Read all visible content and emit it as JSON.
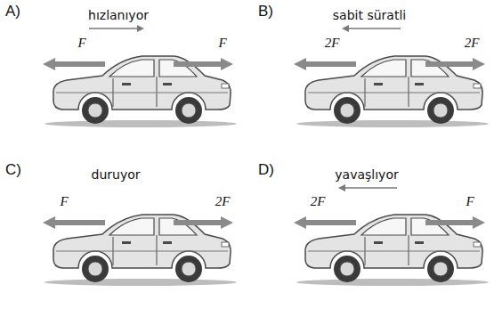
{
  "diagram": {
    "labels": [
      "A)",
      "hızlanıyor",
      "F",
      "F",
      "B)",
      "sabit süratli",
      "2F",
      "2F",
      "C)",
      "duruyor",
      "F",
      "2F",
      "D)",
      "yavaşlıyor",
      "2F",
      "F"
    ]
  }
}
